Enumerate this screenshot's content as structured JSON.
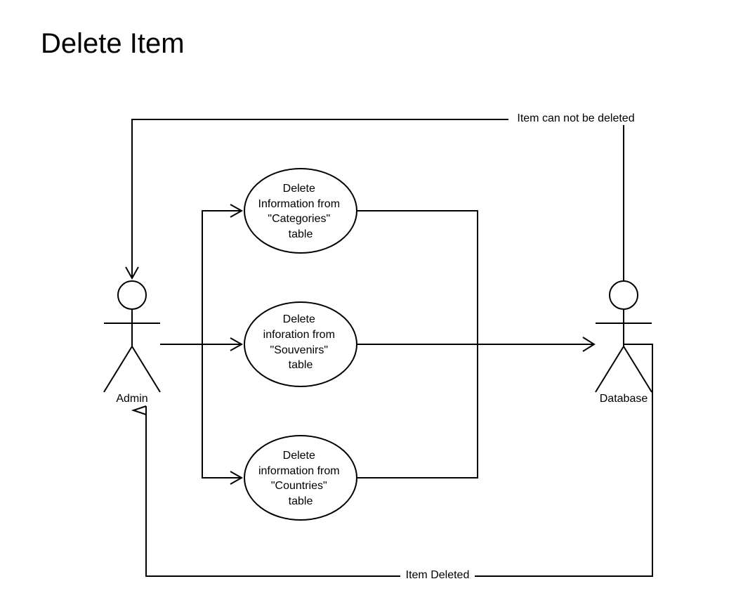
{
  "page": {
    "title": "Delete Item"
  },
  "actors": {
    "admin": {
      "label": "Admin"
    },
    "database": {
      "label": "Database"
    }
  },
  "use_cases": [
    {
      "id": "categories",
      "lines": [
        "Delete",
        "Information from",
        "\"Categories\"",
        "table"
      ]
    },
    {
      "id": "souvenirs",
      "lines": [
        "Delete",
        "inforation from",
        "\"Souvenirs\"",
        "table"
      ]
    },
    {
      "id": "countries",
      "lines": [
        "Delete",
        "information from",
        "\"Countries\"",
        "table"
      ]
    }
  ],
  "flows": {
    "cannot_delete": {
      "label": "Item can not be deleted"
    },
    "deleted": {
      "label": "Item Deleted"
    }
  },
  "colors": {
    "stroke": "#000000",
    "background": "#ffffff"
  }
}
